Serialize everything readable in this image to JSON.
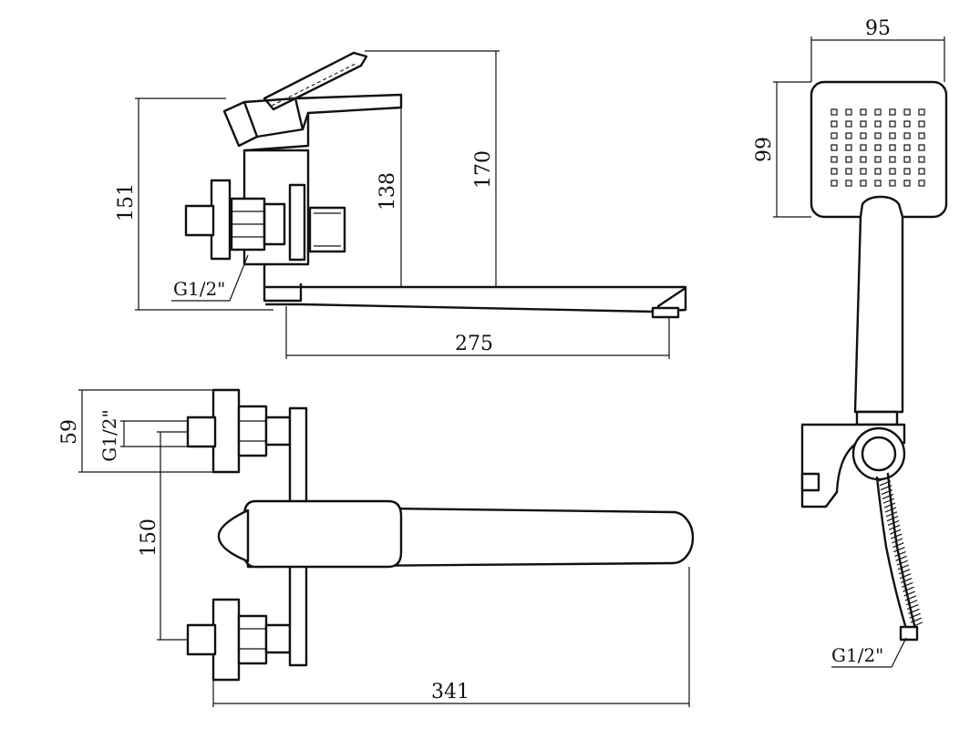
{
  "dimensions": {
    "side_height_151": "151",
    "side_height_138": "138",
    "side_height_170": "170",
    "spout_reach_275": "275",
    "thread_side": "G1/2\"",
    "top_depth_59": "59",
    "thread_top": "G1/2\"",
    "inlet_spacing_150": "150",
    "total_length_341": "341",
    "head_width_95": "95",
    "head_height_99": "99",
    "thread_hose": "G1/2\""
  }
}
